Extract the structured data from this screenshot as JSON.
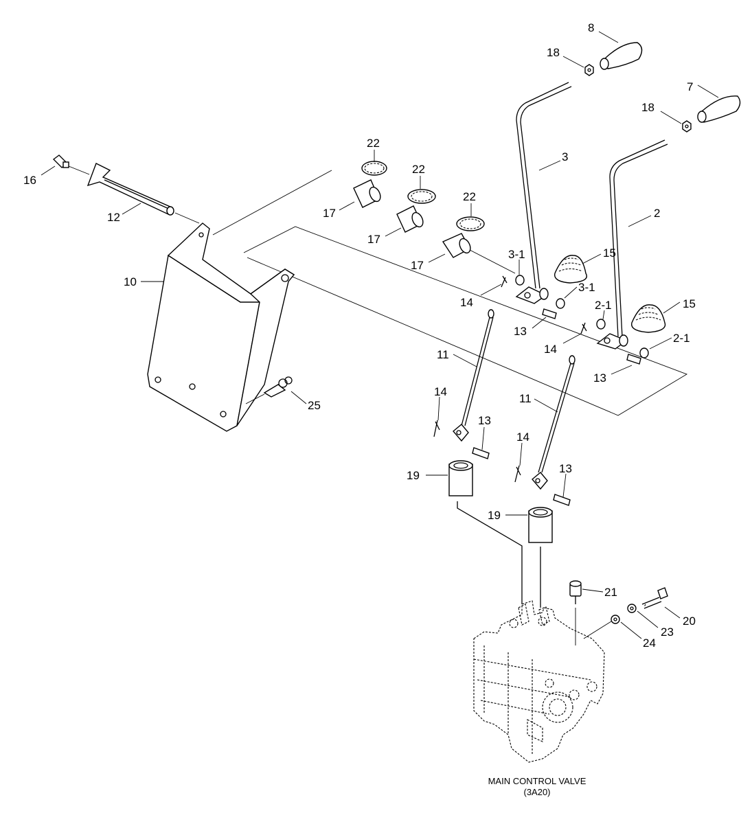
{
  "labels": {
    "p8": "8",
    "p18a": "18",
    "p7": "7",
    "p18b": "18",
    "p3": "3",
    "p2": "2",
    "p22a": "22",
    "p22b": "22",
    "p22c": "22",
    "p16": "16",
    "p12": "12",
    "p17a": "17",
    "p17b": "17",
    "p17c": "17",
    "p10": "10",
    "p3_1a": "3-1",
    "p3_1b": "3-1",
    "p15a": "15",
    "p15b": "15",
    "p14a": "14",
    "p13a": "13",
    "p2_1a": "2-1",
    "p2_1b": "2-1",
    "p14b": "14",
    "p13b": "13",
    "p11a": "11",
    "p11b": "11",
    "p25": "25",
    "p14c": "14",
    "p13c": "13",
    "p14d": "14",
    "p13d": "13",
    "p19a": "19",
    "p19b": "19",
    "p21": "21",
    "p20": "20",
    "p23": "23",
    "p24": "24"
  },
  "caption": {
    "line1": "MAIN CONTROL VALVE",
    "line2": "(3A20)"
  }
}
